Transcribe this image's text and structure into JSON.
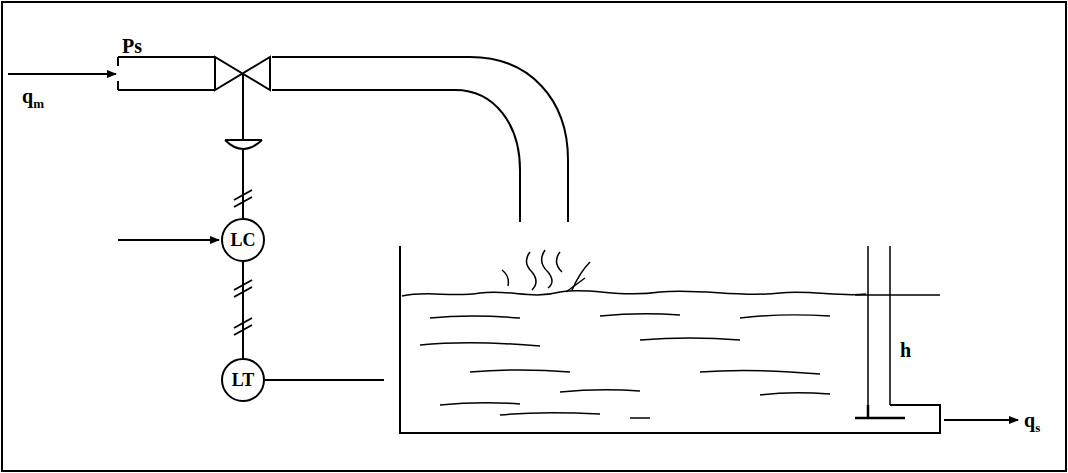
{
  "diagram": {
    "nodes": [
      {
        "text": [
          "LC"
        ]
      },
      {
        "text": [
          "LT"
        ]
      }
    ],
    "edges": [
      {
        "from": 1,
        "to": 0,
        "arrow": "none"
      }
    ],
    "labels": [
      "Ps",
      "qm",
      "h",
      "qs"
    ]
  }
}
